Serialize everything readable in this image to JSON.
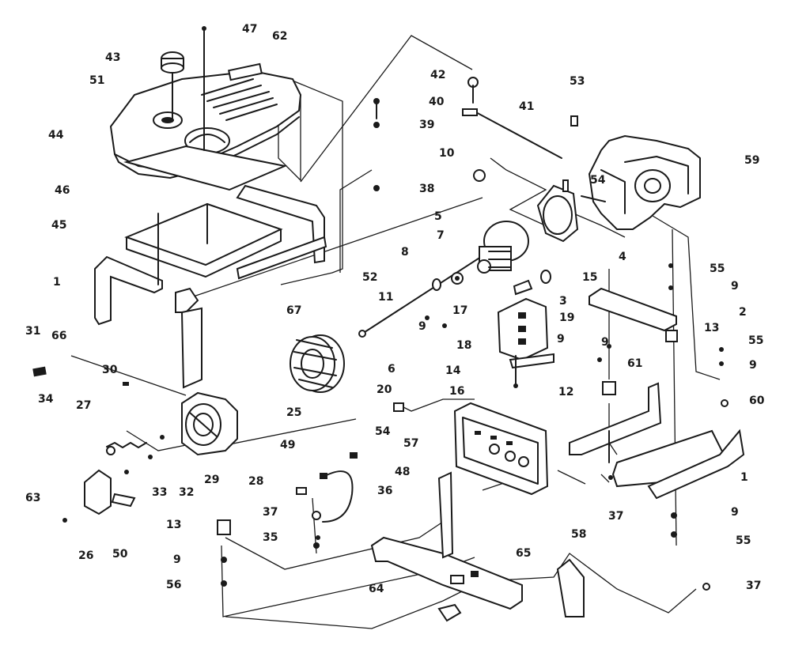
{
  "callouts": [
    "1",
    "1",
    "2",
    "3",
    "4",
    "5",
    "6",
    "7",
    "8",
    "9",
    "9",
    "9",
    "9",
    "9",
    "9",
    "9",
    "10",
    "11",
    "12",
    "13",
    "13",
    "14",
    "15",
    "16",
    "17",
    "18",
    "19",
    "20",
    "25",
    "26",
    "27",
    "28",
    "29",
    "30",
    "31",
    "32",
    "33",
    "34",
    "35",
    "36",
    "37",
    "37",
    "37",
    "38",
    "39",
    "40",
    "41",
    "42",
    "43",
    "44",
    "45",
    "46",
    "47",
    "48",
    "49",
    "50",
    "51",
    "52",
    "53",
    "54",
    "54",
    "55",
    "55",
    "55",
    "56",
    "57",
    "58",
    "59",
    "60",
    "61",
    "62",
    "63",
    "64",
    "65",
    "66",
    "67"
  ]
}
